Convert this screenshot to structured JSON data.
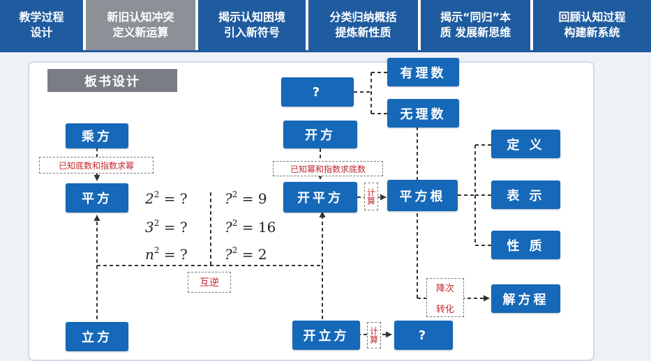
{
  "nav": {
    "tabs": [
      {
        "label": "教学过程\n设计",
        "style": "dark"
      },
      {
        "label": "新旧认知冲突\n定义新运算",
        "style": "gray"
      },
      {
        "label": "揭示认知困境\n引入新符号",
        "style": "dark"
      },
      {
        "label": "分类归纳概括\n提炼新性质",
        "style": "dark"
      },
      {
        "label": "揭示“同归”本\n质 发展新思维",
        "style": "dark"
      },
      {
        "label": "回顾认知过程\n构建新系统",
        "style": "dark"
      }
    ]
  },
  "board": {
    "title": "板书设计",
    "boxes": {
      "chengfang": "乘方",
      "pingfang": "平方",
      "lifang": "立方",
      "kaifang": "开方",
      "kaipingfang": "开平方",
      "kailifang": "开立方",
      "unknown_top": "?",
      "unknown_bottom": "?",
      "youlishu": "有理数",
      "wulishu": "无理数",
      "pingfanggen": "平方根",
      "dingyi": "定 义",
      "biaoshi": "表 示",
      "xingzhi": "性 质",
      "jiefangcheng": "解方程"
    },
    "notes": {
      "known_base": "已知底数和指数求幂",
      "known_power": "已知幂和指数求底数",
      "huni": "互逆",
      "jisuan_top": "计算",
      "jisuan_bottom": "计算",
      "jiangci": "降次",
      "zhuanhua": "转化"
    },
    "equations": {
      "left": [
        {
          "base": "2",
          "exp": "2",
          "rhs": "= ?"
        },
        {
          "base": "3",
          "exp": "2",
          "rhs": "= ?"
        },
        {
          "base": "n",
          "exp": "2",
          "rhs": "= ?"
        }
      ],
      "right": [
        {
          "base": "?",
          "exp": "2",
          "rhs": "= 9"
        },
        {
          "base": "?",
          "exp": "2",
          "rhs": "= 16"
        },
        {
          "base": "?",
          "exp": "2",
          "rhs": "= 2"
        }
      ]
    }
  },
  "colors": {
    "nav_dark": "#1f5b9f",
    "nav_gray": "#8c9097",
    "box_blue": "#1668b8",
    "note_red": "#c0272d",
    "line_dark": "#333333"
  }
}
